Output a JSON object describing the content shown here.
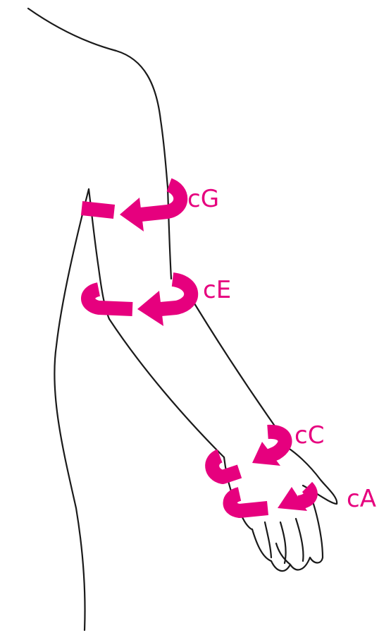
{
  "diagram": {
    "accent_color": "#e6007e",
    "outline_color": "#1a1a1a",
    "labels": {
      "cG": "cG",
      "cE": "cE",
      "cC": "cC",
      "cA": "cA"
    }
  }
}
